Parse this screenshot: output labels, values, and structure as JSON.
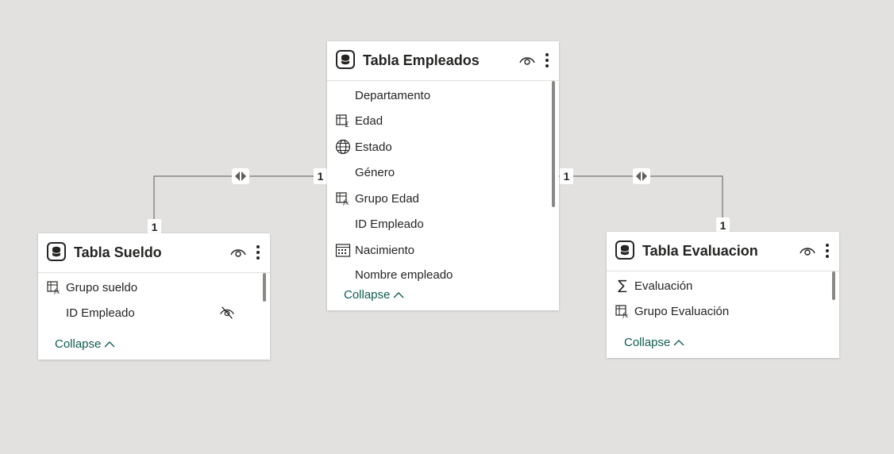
{
  "tables": {
    "empleados": {
      "title": "Tabla Empleados",
      "fields": [
        {
          "label": "Departamento",
          "icon": "none"
        },
        {
          "label": "Edad",
          "icon": "sum-table-icon"
        },
        {
          "label": "Estado",
          "icon": "globe-icon"
        },
        {
          "label": "Género",
          "icon": "none"
        },
        {
          "label": "Grupo Edad",
          "icon": "calculated-column-icon"
        },
        {
          "label": "ID Empleado",
          "icon": "none"
        },
        {
          "label": "Nacimiento",
          "icon": "calendar-icon"
        },
        {
          "label": "Nombre empleado",
          "icon": "none"
        }
      ],
      "collapse_label": "Collapse"
    },
    "sueldo": {
      "title": "Tabla Sueldo",
      "fields": [
        {
          "label": "Grupo sueldo",
          "icon": "calculated-column-icon"
        },
        {
          "label": "ID Empleado",
          "icon": "none",
          "hidden": true
        }
      ],
      "collapse_label": "Collapse"
    },
    "evaluacion": {
      "title": "Tabla Evaluacion",
      "fields": [
        {
          "label": "Evaluación",
          "icon": "sigma-icon"
        },
        {
          "label": "Grupo Evaluación",
          "icon": "calculated-column-icon"
        }
      ],
      "collapse_label": "Collapse"
    }
  },
  "relationships": [
    {
      "from": "Tabla Sueldo",
      "to": "Tabla Empleados",
      "from_cardinality": "1",
      "to_cardinality": "1",
      "cross_filter": "both"
    },
    {
      "from": "Tabla Empleados",
      "to": "Tabla Evaluacion",
      "from_cardinality": "1",
      "to_cardinality": "1",
      "cross_filter": "both"
    }
  ],
  "colors": {
    "canvas": "#e2e1df",
    "card": "#ffffff",
    "text": "#252423",
    "collapse_link": "#0f5c52",
    "line": "#8a8886"
  }
}
